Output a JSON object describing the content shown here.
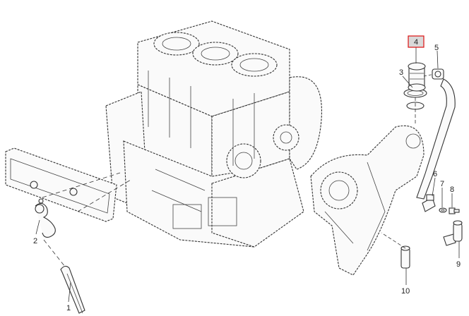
{
  "diagram": {
    "callouts": [
      {
        "id": "callout-1",
        "label": "1"
      },
      {
        "id": "callout-2",
        "label": "2"
      },
      {
        "id": "callout-3",
        "label": "3"
      },
      {
        "id": "callout-4",
        "label": "4",
        "highlighted": true
      },
      {
        "id": "callout-5",
        "label": "5"
      },
      {
        "id": "callout-6",
        "label": "6"
      },
      {
        "id": "callout-7",
        "label": "7"
      },
      {
        "id": "callout-8",
        "label": "8"
      },
      {
        "id": "callout-9",
        "label": "9"
      },
      {
        "id": "callout-10",
        "label": "10"
      }
    ],
    "highlight_color": "#d11111",
    "highlight_fill": "#d9d9d9"
  }
}
